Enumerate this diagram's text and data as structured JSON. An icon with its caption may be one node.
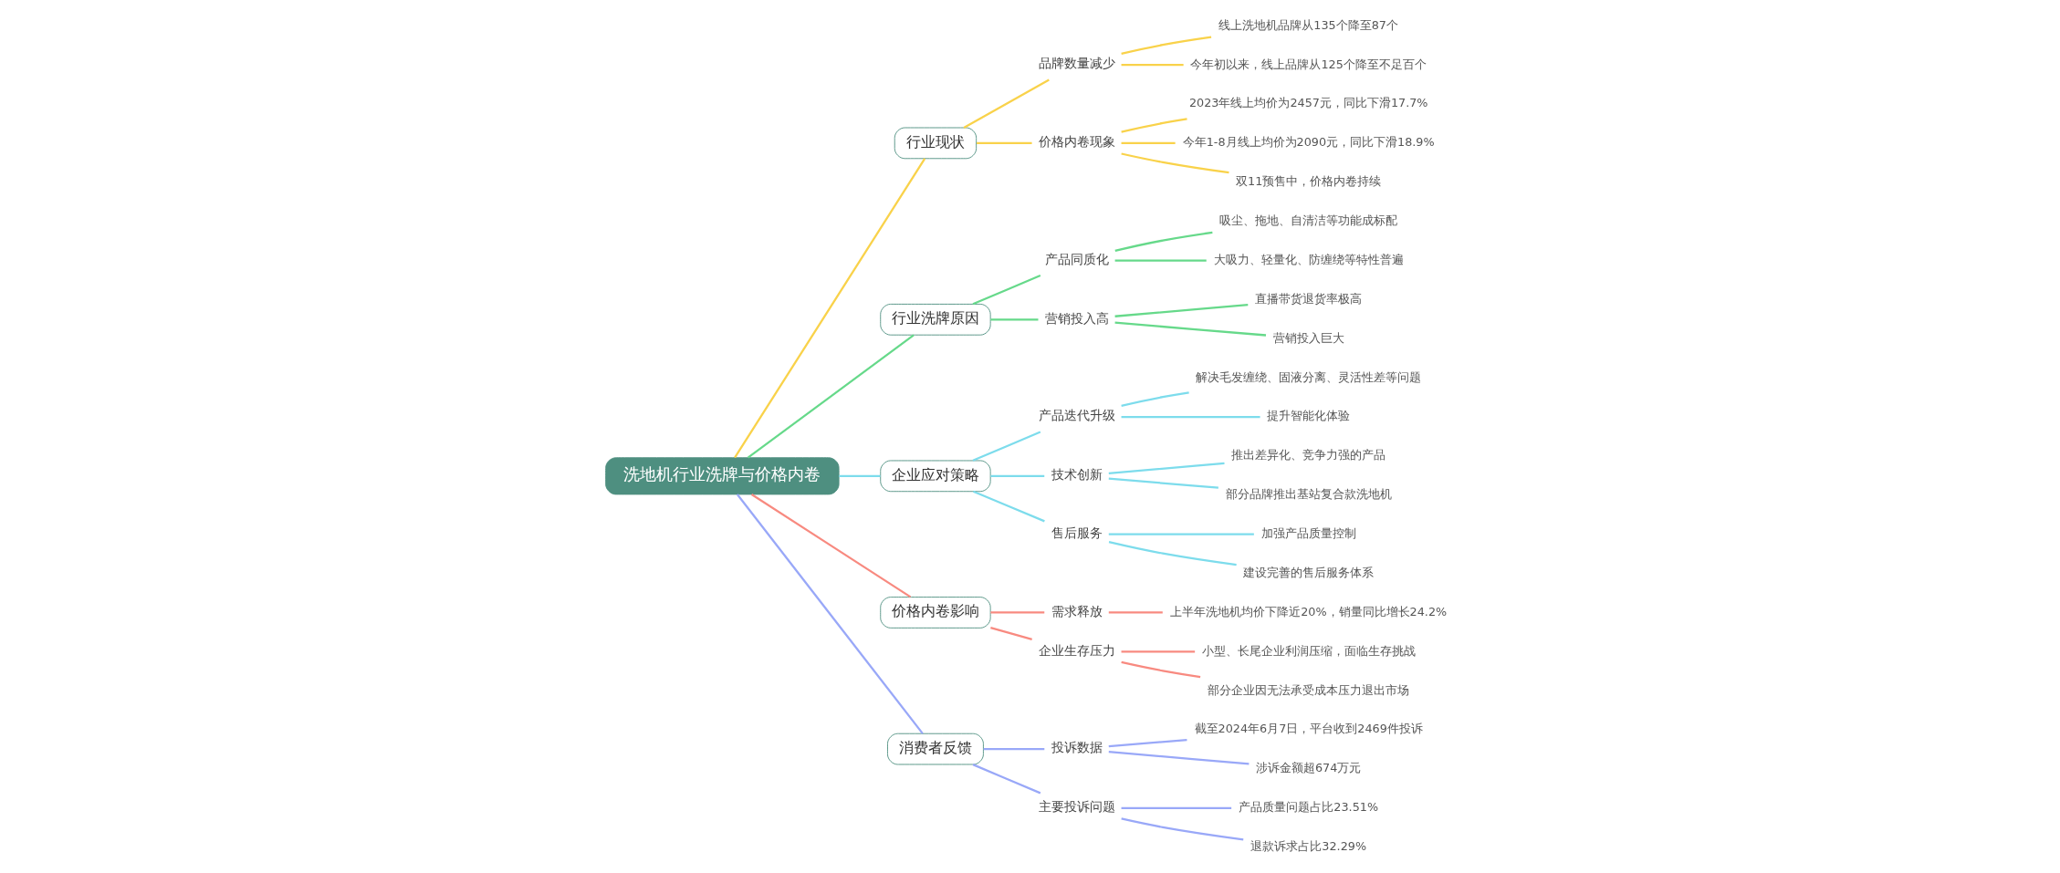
{
  "diagram": {
    "nodes": [
      {
        "text": [
          "洗地机行业洗牌与价格内卷"
        ]
      },
      {
        "text": [
          "行业现状"
        ]
      },
      {
        "text": [
          "品牌数量减少"
        ]
      },
      {
        "text": [
          "线上洗地机品牌从135个降至87个"
        ]
      },
      {
        "text": [
          "今年初以来，线上品牌从125个降至不足百个"
        ]
      },
      {
        "text": [
          "价格内卷现象"
        ]
      },
      {
        "text": [
          "2023年线上均价为2457元，同比下滑17.7%"
        ]
      },
      {
        "text": [
          "今年1-8月线上均价为2090元，同比下滑18.9%"
        ]
      },
      {
        "text": [
          "双11预售中，价格内卷持续"
        ]
      },
      {
        "text": [
          "行业洗牌原因"
        ]
      },
      {
        "text": [
          "产品同质化"
        ]
      },
      {
        "text": [
          "吸尘、拖地、自清洁等功能成标配"
        ]
      },
      {
        "text": [
          "大吸力、轻量化、防缠绕等特性普遍"
        ]
      },
      {
        "text": [
          "营销投入高"
        ]
      },
      {
        "text": [
          "直播带货退货率极高"
        ]
      },
      {
        "text": [
          "营销投入巨大"
        ]
      },
      {
        "text": [
          "企业应对策略"
        ]
      },
      {
        "text": [
          "产品迭代升级"
        ]
      },
      {
        "text": [
          "解决毛发缠绕、固液分离、灵活性差等问题"
        ]
      },
      {
        "text": [
          "提升智能化体验"
        ]
      },
      {
        "text": [
          "技术创新"
        ]
      },
      {
        "text": [
          "推出差异化、竞争力强的产品"
        ]
      },
      {
        "text": [
          "部分品牌推出基站复合款洗地机"
        ]
      },
      {
        "text": [
          "售后服务"
        ]
      },
      {
        "text": [
          "加强产品质量控制"
        ]
      },
      {
        "text": [
          "建设完善的售后服务体系"
        ]
      },
      {
        "text": [
          "价格内卷影响"
        ]
      },
      {
        "text": [
          "需求释放"
        ]
      },
      {
        "text": [
          "上半年洗地机均价下降近20%，销量同比增长24.2%"
        ]
      },
      {
        "text": [
          "企业生存压力"
        ]
      },
      {
        "text": [
          "小型、长尾企业利润压缩，面临生存挑战"
        ]
      },
      {
        "text": [
          "部分企业因无法承受成本压力退出市场"
        ]
      },
      {
        "text": [
          "消费者反馈"
        ]
      },
      {
        "text": [
          "投诉数据"
        ]
      },
      {
        "text": [
          "截至2024年6月7日，平台收到2469件投诉"
        ]
      },
      {
        "text": [
          "涉诉金额超674万元"
        ]
      },
      {
        "text": [
          "主要投诉问题"
        ]
      },
      {
        "text": [
          "产品质量问题占比23.51%"
        ]
      },
      {
        "text": [
          "退款诉求占比32.29%"
        ]
      }
    ],
    "edges": [
      {
        "from": 0,
        "to": 1,
        "arrow": "none",
        "color": "#f9d24a"
      },
      {
        "from": 1,
        "to": 2,
        "arrow": "none",
        "color": "#f9d24a"
      },
      {
        "from": 2,
        "to": 3,
        "arrow": "none",
        "color": "#f9d24a"
      },
      {
        "from": 2,
        "to": 4,
        "arrow": "none",
        "color": "#f9d24a"
      },
      {
        "from": 1,
        "to": 5,
        "arrow": "none",
        "color": "#f9d24a"
      },
      {
        "from": 5,
        "to": 6,
        "arrow": "none",
        "color": "#f9d24a"
      },
      {
        "from": 5,
        "to": 7,
        "arrow": "none",
        "color": "#f9d24a"
      },
      {
        "from": 5,
        "to": 8,
        "arrow": "none",
        "color": "#f9d24a"
      },
      {
        "from": 0,
        "to": 9,
        "arrow": "none",
        "color": "#66d98a"
      },
      {
        "from": 9,
        "to": 10,
        "arrow": "none",
        "color": "#66d98a"
      },
      {
        "from": 10,
        "to": 11,
        "arrow": "none",
        "color": "#66d98a"
      },
      {
        "from": 10,
        "to": 12,
        "arrow": "none",
        "color": "#66d98a"
      },
      {
        "from": 9,
        "to": 13,
        "arrow": "none",
        "color": "#66d98a"
      },
      {
        "from": 13,
        "to": 14,
        "arrow": "none",
        "color": "#66d98a"
      },
      {
        "from": 13,
        "to": 15,
        "arrow": "none",
        "color": "#66d98a"
      },
      {
        "from": 0,
        "to": 16,
        "arrow": "none",
        "color": "#7ddcec"
      },
      {
        "from": 16,
        "to": 17,
        "arrow": "none",
        "color": "#7ddcec"
      },
      {
        "from": 17,
        "to": 18,
        "arrow": "none",
        "color": "#7ddcec"
      },
      {
        "from": 17,
        "to": 19,
        "arrow": "none",
        "color": "#7ddcec"
      },
      {
        "from": 16,
        "to": 20,
        "arrow": "none",
        "color": "#7ddcec"
      },
      {
        "from": 20,
        "to": 21,
        "arrow": "none",
        "color": "#7ddcec"
      },
      {
        "from": 20,
        "to": 22,
        "arrow": "none",
        "color": "#7ddcec"
      },
      {
        "from": 16,
        "to": 23,
        "arrow": "none",
        "color": "#7ddcec"
      },
      {
        "from": 23,
        "to": 24,
        "arrow": "none",
        "color": "#7ddcec"
      },
      {
        "from": 23,
        "to": 25,
        "arrow": "none",
        "color": "#7ddcec"
      },
      {
        "from": 0,
        "to": 26,
        "arrow": "none",
        "color": "#f88a80"
      },
      {
        "from": 26,
        "to": 27,
        "arrow": "none",
        "color": "#f88a80"
      },
      {
        "from": 27,
        "to": 28,
        "arrow": "none",
        "color": "#f88a80"
      },
      {
        "from": 26,
        "to": 29,
        "arrow": "none",
        "color": "#f88a80"
      },
      {
        "from": 29,
        "to": 30,
        "arrow": "none",
        "color": "#f88a80"
      },
      {
        "from": 29,
        "to": 31,
        "arrow": "none",
        "color": "#f88a80"
      },
      {
        "from": 0,
        "to": 32,
        "arrow": "none",
        "color": "#99a8f8"
      },
      {
        "from": 32,
        "to": 33,
        "arrow": "none",
        "color": "#99a8f8"
      },
      {
        "from": 33,
        "to": 34,
        "arrow": "none",
        "color": "#99a8f8"
      },
      {
        "from": 33,
        "to": 35,
        "arrow": "none",
        "color": "#99a8f8"
      },
      {
        "from": 32,
        "to": 36,
        "arrow": "none",
        "color": "#99a8f8"
      },
      {
        "from": 36,
        "to": 37,
        "arrow": "none",
        "color": "#99a8f8"
      },
      {
        "from": 36,
        "to": 38,
        "arrow": "none",
        "color": "#99a8f8"
      }
    ]
  }
}
